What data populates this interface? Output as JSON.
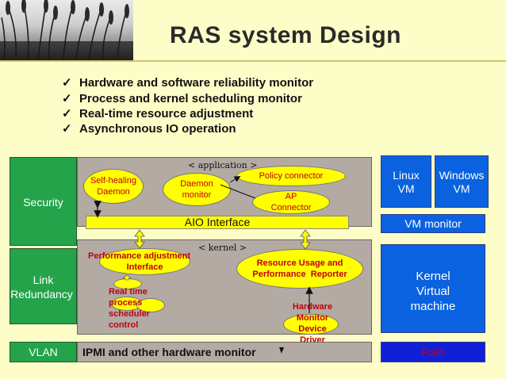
{
  "title": "RAS system Design",
  "bullets": [
    "Hardware and software reliability monitor",
    "Process and kernel scheduling monitor",
    "Real-time resource adjustment",
    "Asynchronous IO operation"
  ],
  "check_glyph": "✓",
  "left": {
    "security": "Security",
    "link_redundancy": [
      "Link",
      "Redundancy"
    ],
    "vlan": "VLAN"
  },
  "application": {
    "label": "< application >",
    "self_healing": [
      "Self-healing",
      "Daemon"
    ],
    "daemon_monitor": [
      "Daemon",
      "monitor"
    ],
    "policy_connector": "Policy connector",
    "ap_connector": [
      "AP",
      "Connector"
    ],
    "aio_interface": "AIO Interface"
  },
  "kernel": {
    "label": "< kernel >",
    "perf_adjust": [
      "Performance adjustment",
      "Interface"
    ],
    "resource_usage": [
      "Resource Usage and",
      "Performance  Reporter"
    ],
    "realtime_sched": [
      "Real time",
      "process",
      "scheduler",
      "control"
    ],
    "hw_monitor": [
      "Hardware",
      "Monitor",
      "Device",
      "Driver"
    ]
  },
  "ipmi": "IPMI and other hardware monitor",
  "right": {
    "linux_vm": [
      "Linux",
      "VM"
    ],
    "windows_vm": [
      "Windows",
      "VM"
    ],
    "vm_monitor": "VM monitor",
    "kvm": [
      "Kernel",
      "Virtual",
      "machine"
    ],
    "raid": "Raid"
  },
  "colors": {
    "background": "#fdfdc8",
    "blue_box": "#0a62e0",
    "gray_box": "#b3aaa4",
    "green_box": "#24a34a",
    "ellipse": "#ffff00",
    "ellipse_text": "#c0000e"
  }
}
